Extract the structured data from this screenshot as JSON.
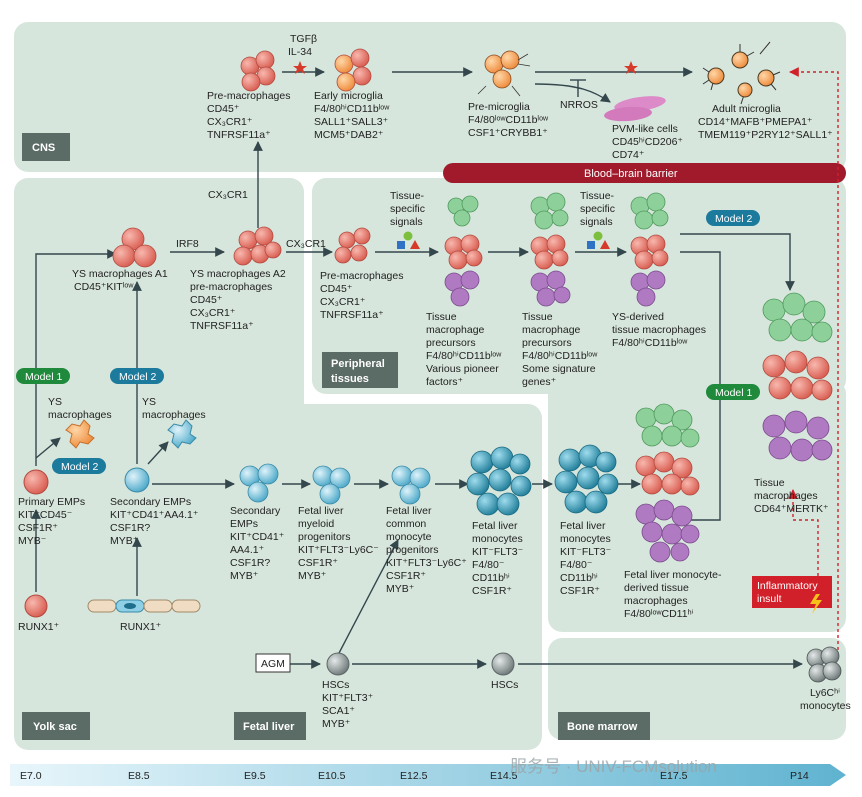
{
  "regions": {
    "cns": "CNS",
    "yolk_sac": "Yolk sac",
    "fetal_liver": "Fetal liver",
    "peripheral": [
      "Peripheral",
      "tissues"
    ],
    "bone_marrow": "Bone marrow"
  },
  "bbb_label": "Blood–brain barrier",
  "models": {
    "m1": "Model 1",
    "m2": "Model 2"
  },
  "cns": {
    "tgfb": [
      "TGFβ",
      "IL-34"
    ],
    "pre_macrophages": [
      "Pre-macrophages",
      "CD45⁺",
      "CX₃CR1⁺",
      "TNFRSF11a⁺"
    ],
    "early_microglia": [
      "Early microglia",
      "F4/80ʰⁱCD11bˡᵒʷ",
      "SALL1⁺SALL3⁺",
      "MCM5⁺DAB2⁺"
    ],
    "pre_microglia": [
      "Pre-microglia",
      "F4/80ˡᵒʷCD11bˡᵒʷ",
      "CSF1⁺CRYBB1⁺"
    ],
    "nrros": "NRROS",
    "pvm": [
      "PVM-like cells",
      "CD45ʰⁱCD206⁺",
      "CD74⁺"
    ],
    "adult_microglia": [
      "Adult microglia",
      "CD14⁺MAFB⁺PMEPA1⁺",
      "TMEM119⁺P2RY12⁺SALL1⁺"
    ]
  },
  "yolk": {
    "cx3cr1": "CX₃CR1",
    "irf8": "IRF8",
    "ys_a1": [
      "YS macrophages A1",
      "CD45⁺KITˡᵒʷ"
    ],
    "ys_a2": [
      "YS macrophages A2",
      "pre-macrophages",
      "CD45⁺",
      "CX₃CR1⁺",
      "TNFRSF11a⁺"
    ],
    "ys_macrophages": [
      "YS",
      "macrophages"
    ],
    "primary_emps": [
      "Primary EMPs",
      "KIT⁺CD45⁻",
      "CSF1R⁺",
      "MYB⁻"
    ],
    "secondary_emps": [
      "Secondary EMPs",
      "KIT⁺CD41⁺AA4.1⁺",
      "CSF1R?",
      "MYB⁺"
    ],
    "runx1_a": "RUNX1⁺",
    "runx1_b": "RUNX1⁺"
  },
  "periph": {
    "cx3cr1": "CX₃CR1",
    "pre_macrophages": [
      "Pre-macrophages",
      "CD45⁺",
      "CX₃CR1⁺",
      "TNFRSF11a⁺"
    ],
    "signals1": [
      "Tissue-",
      "specific",
      "signals"
    ],
    "signals2": [
      "Tissue-",
      "specific",
      "signals"
    ],
    "tmp1": [
      "Tissue",
      "macrophage",
      "precursors",
      "F4/80ʰⁱCD11bˡᵒʷ",
      "Various pioneer",
      "factors⁺"
    ],
    "tmp2": [
      "Tissue",
      "macrophage",
      "precursors",
      "F4/80ʰⁱCD11bˡᵒʷ",
      "Some signature",
      "genes⁺"
    ],
    "ys_derived": [
      "YS-derived",
      "tissue macrophages",
      "F4/80ʰⁱCD11bˡᵒʷ"
    ],
    "tissue_macs": [
      "Tissue",
      "macrophages",
      "CD64⁺MERTK⁺"
    ]
  },
  "liver": {
    "secondary_emps": [
      "Secondary",
      "EMPs",
      "KIT⁺CD41⁺",
      "AA4.1⁺",
      "CSF1R?",
      "MYB⁺"
    ],
    "myeloid": [
      "Fetal liver",
      "myeloid",
      "progenitors",
      "KIT⁺FLT3⁻Ly6C⁻",
      "CSF1R⁺",
      "MYB⁺"
    ],
    "common_mono": [
      "Fetal liver",
      "common",
      "monocyte",
      "progenitors",
      "KIT⁺FLT3⁻Ly6C⁺",
      "CSF1R⁺",
      "MYB⁺"
    ],
    "monocytes1": [
      "Fetal liver",
      "monocytes",
      "KIT⁻FLT3⁻",
      "F4/80⁻",
      "CD11bʰⁱ",
      "CSF1R⁺"
    ],
    "monocytes2": [
      "Fetal liver",
      "monocytes",
      "KIT⁻FLT3⁻",
      "F4/80⁻",
      "CD11bʰⁱ",
      "CSF1R⁺"
    ],
    "derived": [
      "Fetal liver monocyte-",
      "derived tissue",
      "macrophages",
      "F4/80ˡᵒʷCD11ʰⁱ"
    ],
    "agm": "AGM",
    "hscs": [
      "HSCs",
      "KIT⁺FLT3⁺",
      "SCA1⁺",
      "MYB⁺"
    ]
  },
  "marrow": {
    "hscs": "HSCs",
    "ly6c": [
      "Ly6Cʰⁱ",
      "monocytes"
    ],
    "inflammatory": [
      "Inflammatory",
      "insult"
    ]
  },
  "timeline": [
    "E7.0",
    "E8.5",
    "E9.5",
    "E10.5",
    "E12.5",
    "E14.5",
    "E17.5",
    "P14"
  ],
  "watermark": "服务号 · UNIV-FCMsolution",
  "colors": {
    "panel": "#d7e6dc",
    "header": "#5b6b66",
    "bbb": "#a01a2c",
    "model1": "#1f8a3b",
    "model2": "#1c7a9c",
    "red_cell": "#e07064",
    "blue_cell": "#64bcd8",
    "teal_cell": "#2f90a8",
    "green_cell": "#8ed09a",
    "purple_cell": "#b07ac2",
    "orange_cell": "#f2984a",
    "grey_cell": "#8a9392"
  }
}
